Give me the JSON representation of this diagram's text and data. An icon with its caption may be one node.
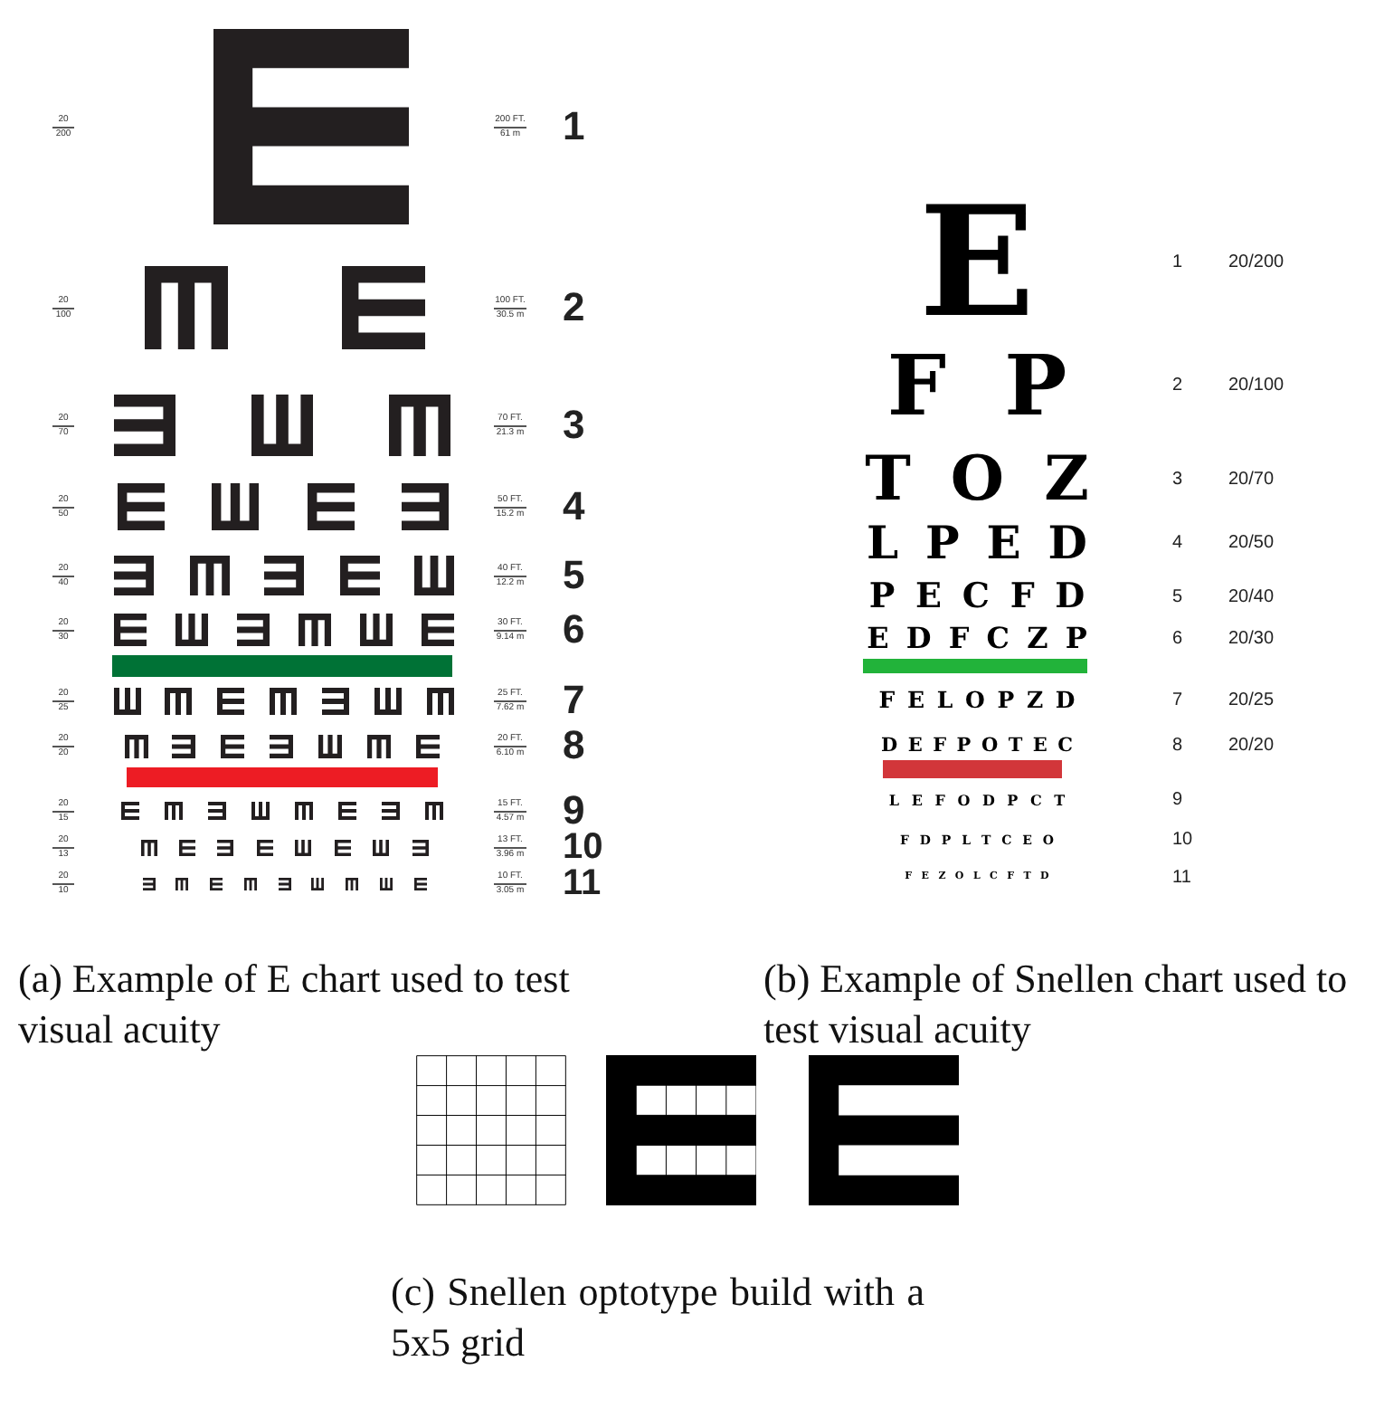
{
  "diagram": {
    "labels": [
      "20",
      "200",
      "200 FT.",
      "61 m",
      "1",
      "20",
      "100",
      "100 FT.",
      "30.5 m",
      "2",
      "20",
      "70",
      "70 FT.",
      "21.3 m",
      "3",
      "20",
      "50",
      "50 FT.",
      "15.2 m",
      "4",
      "20",
      "40",
      "40 FT.",
      "12.2 m",
      "5",
      "20",
      "30",
      "30 FT.",
      "9.14 m",
      "6",
      "20",
      "25",
      "25 FT.",
      "7.62 m",
      "7",
      "20",
      "20",
      "20 FT.",
      "6.10 m",
      "8",
      "20",
      "15",
      "15 FT.",
      "4.57 m",
      "9",
      "20",
      "13",
      "13 FT.",
      "3.96 m",
      "10",
      "20",
      "10",
      "10 FT.",
      "3.05 m",
      "11",
      "E",
      "1",
      "20/200",
      "F P",
      "2",
      "20/100",
      "T O Z",
      "3",
      "20/70",
      "L P E D",
      "4",
      "20/50",
      "P E C F D",
      "5",
      "20/40",
      "E D F C Z P",
      "6",
      "20/30",
      "F E L O P Z D",
      "7",
      "20/25",
      "D E F P O T E C",
      "8",
      "20/20",
      "L E F O D P C T",
      "9",
      "F D P L T C E O",
      "10",
      "F E Z O L C F T D",
      "11",
      "(a) Example of E chart used to test visual acuity",
      "(b) Example of Snellen chart used to test visual acuity",
      "(c) Snellen optotype build with a 5x5 grid"
    ]
  }
}
